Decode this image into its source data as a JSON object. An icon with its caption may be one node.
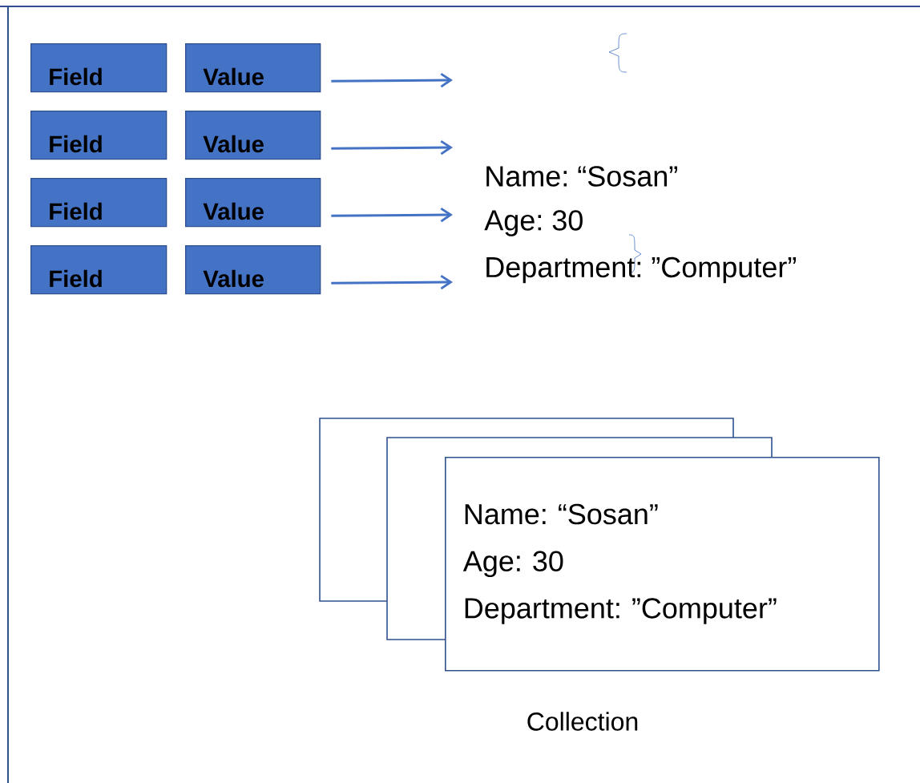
{
  "diagram": {
    "nodes": [
      {
        "text": [
          "Field"
        ]
      },
      {
        "text": [
          "Value"
        ]
      },
      {
        "text": [
          "Field"
        ]
      },
      {
        "text": [
          "Value"
        ]
      },
      {
        "text": [
          "Field"
        ]
      },
      {
        "text": [
          "Value"
        ]
      },
      {
        "text": [
          "Field"
        ]
      },
      {
        "text": [
          "Value"
        ]
      },
      {
        "text": [
          "Name: “Sosan”",
          "Age: 30",
          "Department: ”Computer”"
        ]
      }
    ],
    "edges": [
      {
        "from": 1,
        "to": null,
        "arrow": "to"
      },
      {
        "from": 3,
        "to": null,
        "arrow": "to"
      },
      {
        "from": 5,
        "to": null,
        "arrow": "to"
      },
      {
        "from": 7,
        "to": null,
        "arrow": "to"
      }
    ],
    "labels": [
      "Name: “Sosan”",
      "Age: 30",
      "Department: ”Computer”",
      "Collection"
    ]
  }
}
